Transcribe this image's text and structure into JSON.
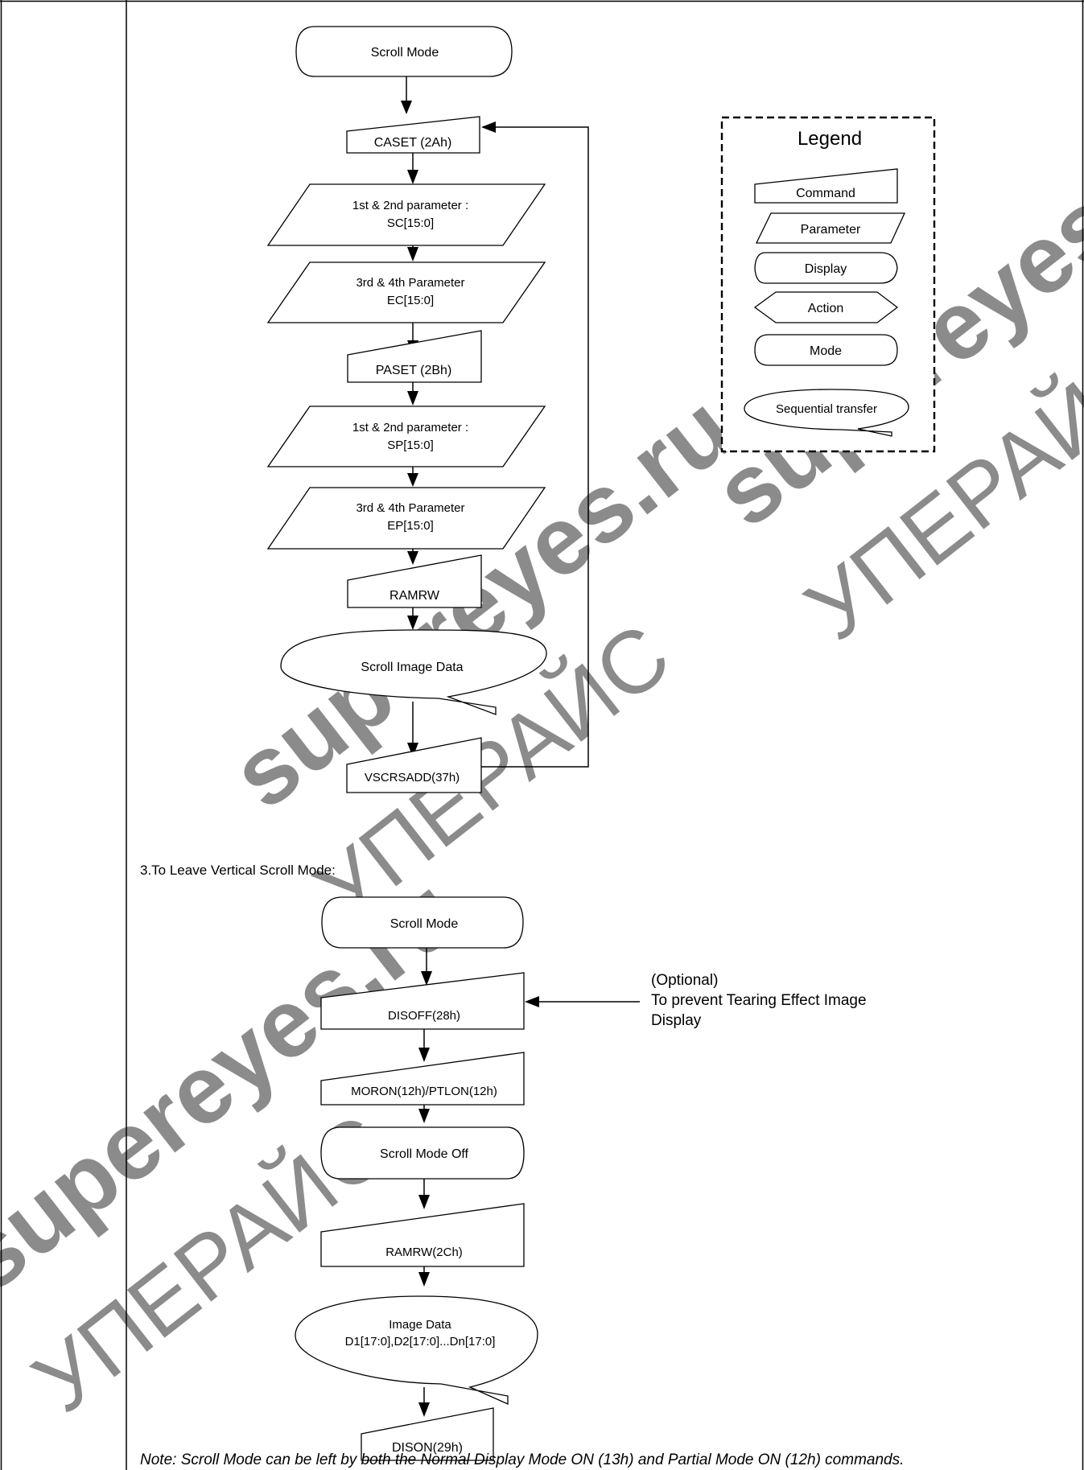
{
  "flow1": {
    "scroll_mode": "Scroll Mode",
    "caset": "CASET (2Ah)",
    "param1": [
      "1st & 2nd parameter :",
      "SC[15:0]"
    ],
    "param2": [
      "3rd & 4th Parameter",
      "EC[15:0]"
    ],
    "paset": "PASET (2Bh)",
    "param3": [
      "1st & 2nd parameter :",
      "SP[15:0]"
    ],
    "param4": [
      "3rd & 4th Parameter",
      "EP[15:0]"
    ],
    "ramrw": "RAMRW",
    "scroll_image_data": "Scroll Image Data",
    "vscrsadd": "VSCRSADD(37h)"
  },
  "legend": {
    "title": "Legend",
    "command": "Command",
    "parameter": "Parameter",
    "display": "Display",
    "action": "Action",
    "mode": "Mode",
    "sequential": "Sequential transfer"
  },
  "section3_heading": "3.To Leave Vertical Scroll Mode:",
  "flow2": {
    "scroll_mode": "Scroll Mode",
    "disoff": "DISOFF(28h)",
    "optional_note": [
      "(Optional)",
      "To prevent Tearing Effect Image",
      "Display"
    ],
    "moron": "MORON(12h)/PTLON(12h)",
    "scroll_mode_off": "Scroll Mode Off",
    "ramrw": "RAMRW(2Ch)",
    "image_data": [
      "Image Data",
      "D1[17:0],D2[17:0]...Dn[17:0]"
    ],
    "dison": "DISON(29h)"
  },
  "note": "Note: Scroll Mode can be left by both the Normal Display Mode ON (13h) and Partial Mode ON (12h) commands.",
  "watermarks": [
    "supereyes.ru",
    "УПЕРАЙС"
  ]
}
